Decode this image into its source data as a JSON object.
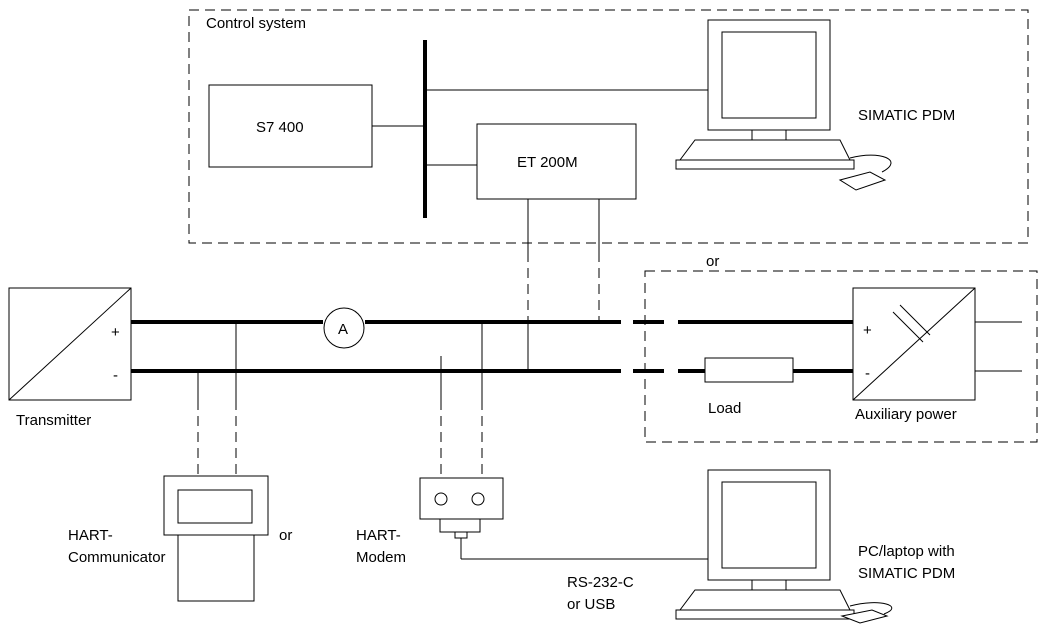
{
  "labels": {
    "control_system": "Control system",
    "s7_400": "S7 400",
    "et_200m": "ET 200M",
    "simatic_pdm": "SIMATIC PDM",
    "or_top": "or",
    "transmitter": "Transmitter",
    "plus_left": "+",
    "minus_left": "-",
    "ammeter": "A",
    "load": "Load",
    "auxiliary_power": "Auxiliary power",
    "plus_right": "+",
    "minus_right": "-",
    "hart_communicator_line1": "HART-",
    "hart_communicator_line2": "Communicator",
    "or_bottom": "or",
    "hart_modem_line1": "HART-",
    "hart_modem_line2": "Modem",
    "rs232_line1": "RS-232-C",
    "rs232_line2": "or USB",
    "pc_line1": "PC/laptop with",
    "pc_line2": "SIMATIC PDM"
  }
}
